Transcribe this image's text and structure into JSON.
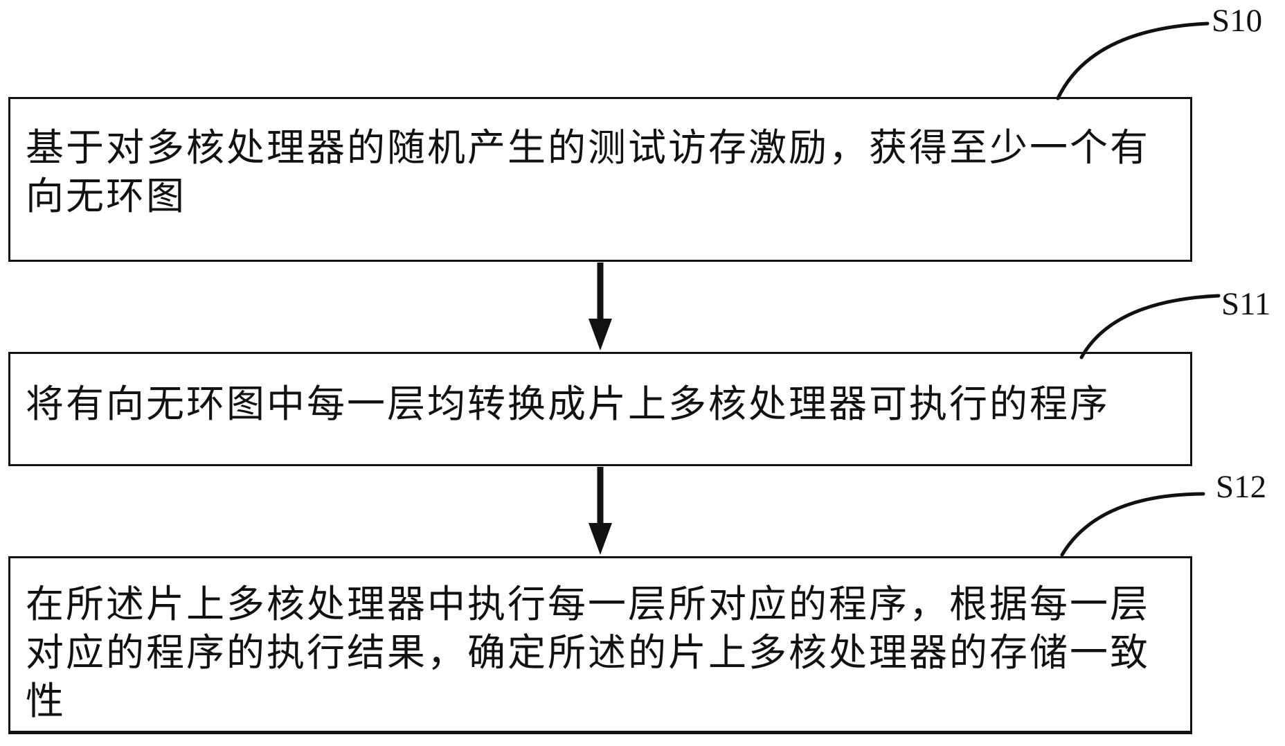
{
  "figure": {
    "type": "flowchart",
    "colors": {
      "ink": "#111111",
      "background": "#ffffff"
    },
    "steps": [
      {
        "label": "S10",
        "text": "基于对多核处理器的随机产生的测试访存激励，获得至少一个有向无环图"
      },
      {
        "label": "S11",
        "text": "将有向无环图中每一层均转换成片上多核处理器可执行的程序"
      },
      {
        "label": "S12",
        "text": "在所述片上多核处理器中执行每一层所对应的程序，根据每一层对应的程序的执行结果，确定所述的片上多核处理器的存储一致性"
      }
    ],
    "connectors": [
      {
        "name": "down-arrow-icon",
        "from": "S10",
        "to": "S11"
      },
      {
        "name": "down-arrow-icon",
        "from": "S11",
        "to": "S12"
      }
    ]
  }
}
